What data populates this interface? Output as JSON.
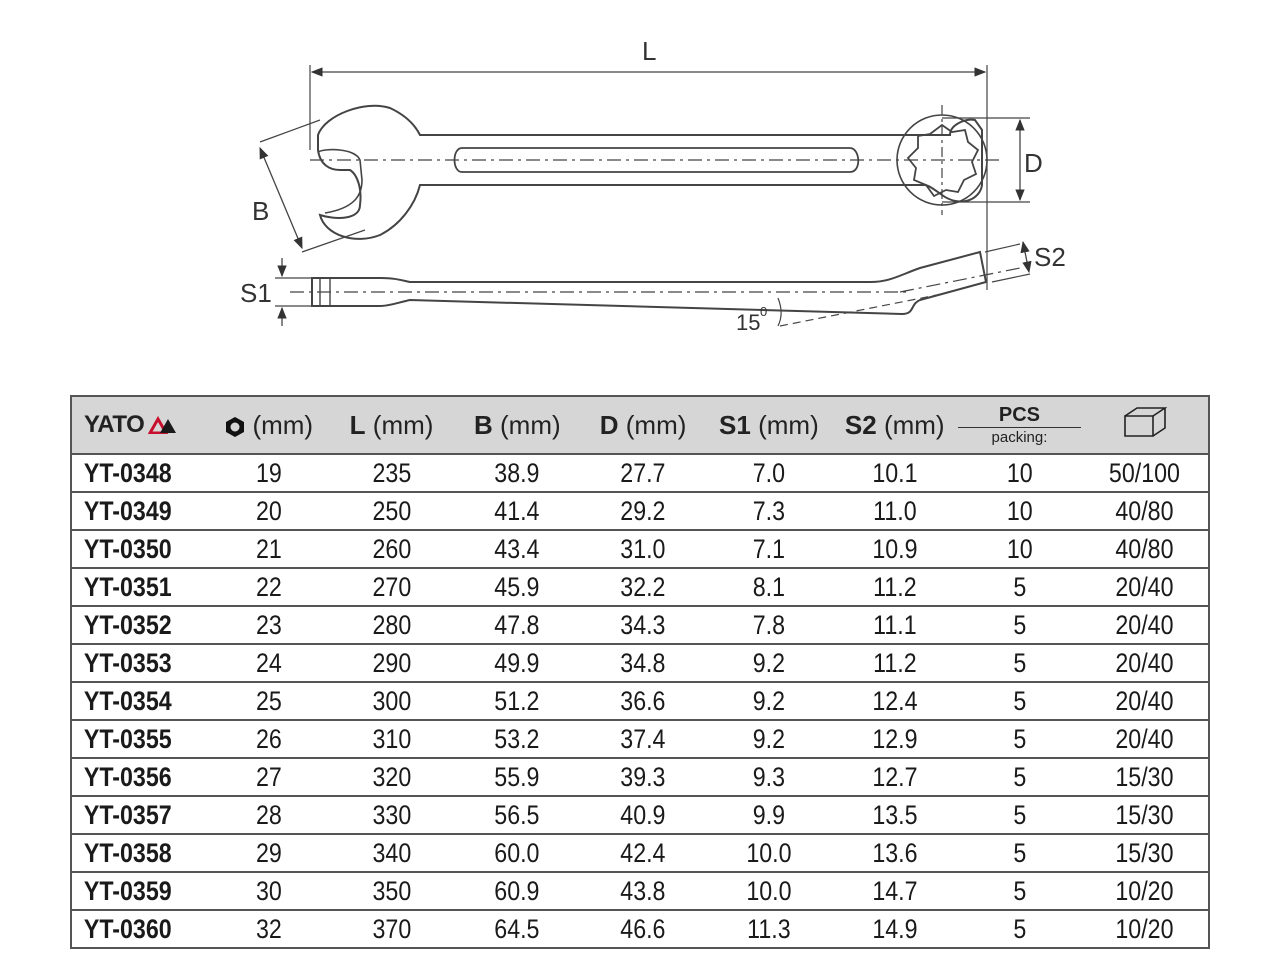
{
  "diagram": {
    "labels": {
      "L": "L",
      "B": "B",
      "D": "D",
      "S1": "S1",
      "S2": "S2",
      "angle": "15",
      "degree": "0"
    }
  },
  "table": {
    "brand": "YATO",
    "headers": {
      "size": {
        "unit": "(mm)",
        "icon": "hex-nut-icon"
      },
      "L": {
        "bold": "L",
        "unit": "(mm)"
      },
      "B": {
        "bold": "B",
        "unit": "(mm)"
      },
      "D": {
        "bold": "D",
        "unit": "(mm)"
      },
      "S1": {
        "bold": "S1",
        "unit": "(mm)"
      },
      "S2": {
        "bold": "S2",
        "unit": "(mm)"
      },
      "pcs_top": "PCS",
      "pcs_bottom": "packing:",
      "box": {
        "icon": "box-icon"
      }
    },
    "rows": [
      {
        "code": "YT-0348",
        "size": "19",
        "L": "235",
        "B": "38.9",
        "D": "27.7",
        "S1": "7.0",
        "S2": "10.1",
        "pcs": "10",
        "box": "50/100"
      },
      {
        "code": "YT-0349",
        "size": "20",
        "L": "250",
        "B": "41.4",
        "D": "29.2",
        "S1": "7.3",
        "S2": "11.0",
        "pcs": "10",
        "box": "40/80"
      },
      {
        "code": "YT-0350",
        "size": "21",
        "L": "260",
        "B": "43.4",
        "D": "31.0",
        "S1": "7.1",
        "S2": "10.9",
        "pcs": "10",
        "box": "40/80"
      },
      {
        "code": "YT-0351",
        "size": "22",
        "L": "270",
        "B": "45.9",
        "D": "32.2",
        "S1": "8.1",
        "S2": "11.2",
        "pcs": "5",
        "box": "20/40"
      },
      {
        "code": "YT-0352",
        "size": "23",
        "L": "280",
        "B": "47.8",
        "D": "34.3",
        "S1": "7.8",
        "S2": "11.1",
        "pcs": "5",
        "box": "20/40"
      },
      {
        "code": "YT-0353",
        "size": "24",
        "L": "290",
        "B": "49.9",
        "D": "34.8",
        "S1": "9.2",
        "S2": "11.2",
        "pcs": "5",
        "box": "20/40"
      },
      {
        "code": "YT-0354",
        "size": "25",
        "L": "300",
        "B": "51.2",
        "D": "36.6",
        "S1": "9.2",
        "S2": "12.4",
        "pcs": "5",
        "box": "20/40"
      },
      {
        "code": "YT-0355",
        "size": "26",
        "L": "310",
        "B": "53.2",
        "D": "37.4",
        "S1": "9.2",
        "S2": "12.9",
        "pcs": "5",
        "box": "20/40"
      },
      {
        "code": "YT-0356",
        "size": "27",
        "L": "320",
        "B": "55.9",
        "D": "39.3",
        "S1": "9.3",
        "S2": "12.7",
        "pcs": "5",
        "box": "15/30"
      },
      {
        "code": "YT-0357",
        "size": "28",
        "L": "330",
        "B": "56.5",
        "D": "40.9",
        "S1": "9.9",
        "S2": "13.5",
        "pcs": "5",
        "box": "15/30"
      },
      {
        "code": "YT-0358",
        "size": "29",
        "L": "340",
        "B": "60.0",
        "D": "42.4",
        "S1": "10.0",
        "S2": "13.6",
        "pcs": "5",
        "box": "15/30"
      },
      {
        "code": "YT-0359",
        "size": "30",
        "L": "350",
        "B": "60.9",
        "D": "43.8",
        "S1": "10.0",
        "S2": "14.7",
        "pcs": "5",
        "box": "10/20"
      },
      {
        "code": "YT-0360",
        "size": "32",
        "L": "370",
        "B": "64.5",
        "D": "46.6",
        "S1": "11.3",
        "S2": "14.9",
        "pcs": "5",
        "box": "10/20"
      }
    ]
  }
}
